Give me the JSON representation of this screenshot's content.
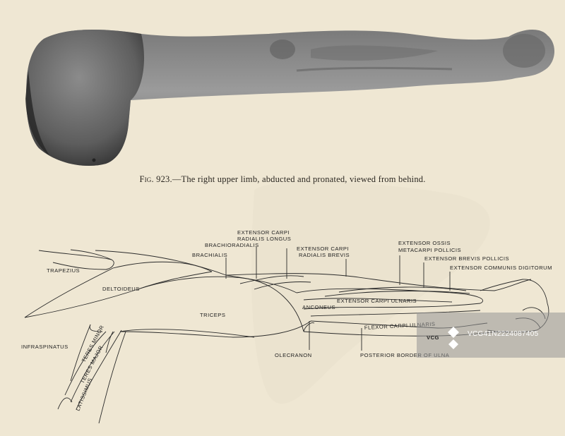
{
  "caption": {
    "fig": "Fig. 923.",
    "text": "—The right upper limb, abducted and pronated, viewed from behind."
  },
  "labels": {
    "trapezius": "TRAPEZIUS",
    "deltoideus": "DELTOIDEUS",
    "brachialis": "BRACHIALIS",
    "brachioradialis": "BRACHIORADIALIS",
    "ecrl_1": "EXTENSOR CARPI",
    "ecrl_2": "RADIALIS LONGUS",
    "ecrb_1": "EXTENSOR CARPI",
    "ecrb_2": "RADIALIS BREVIS",
    "eomp_1": "EXTENSOR OSSIS",
    "eomp_2": "METACARPI POLLICIS",
    "ebp": "EXTENSOR BREVIS POLLICIS",
    "ecd": "EXTENSOR COMMUNIS DIGITORUM",
    "ecu": "EXTENSOR CARPI ULNARIS",
    "anconeus": "ANCONEUS",
    "triceps": "TRICEPS",
    "fcu": "FLEXOR CARPI ULNARIS",
    "infraspinatus": "INFRASPINATUS",
    "teres_minor": "TERES MINOR",
    "teres_major": "TERES MAJOR",
    "latissimus": "LATISSIMUS",
    "olecranon": "OLECRANON",
    "pbu": "POSTERIOR BORDER OF ULNA"
  },
  "watermark": {
    "logo": "VCG",
    "id": "VCG41N2224087405"
  },
  "colors": {
    "paper": "#efe7d3",
    "ink": "#222222",
    "skin_dark": "#4a4a4a",
    "skin_light": "#9a9a9a"
  }
}
